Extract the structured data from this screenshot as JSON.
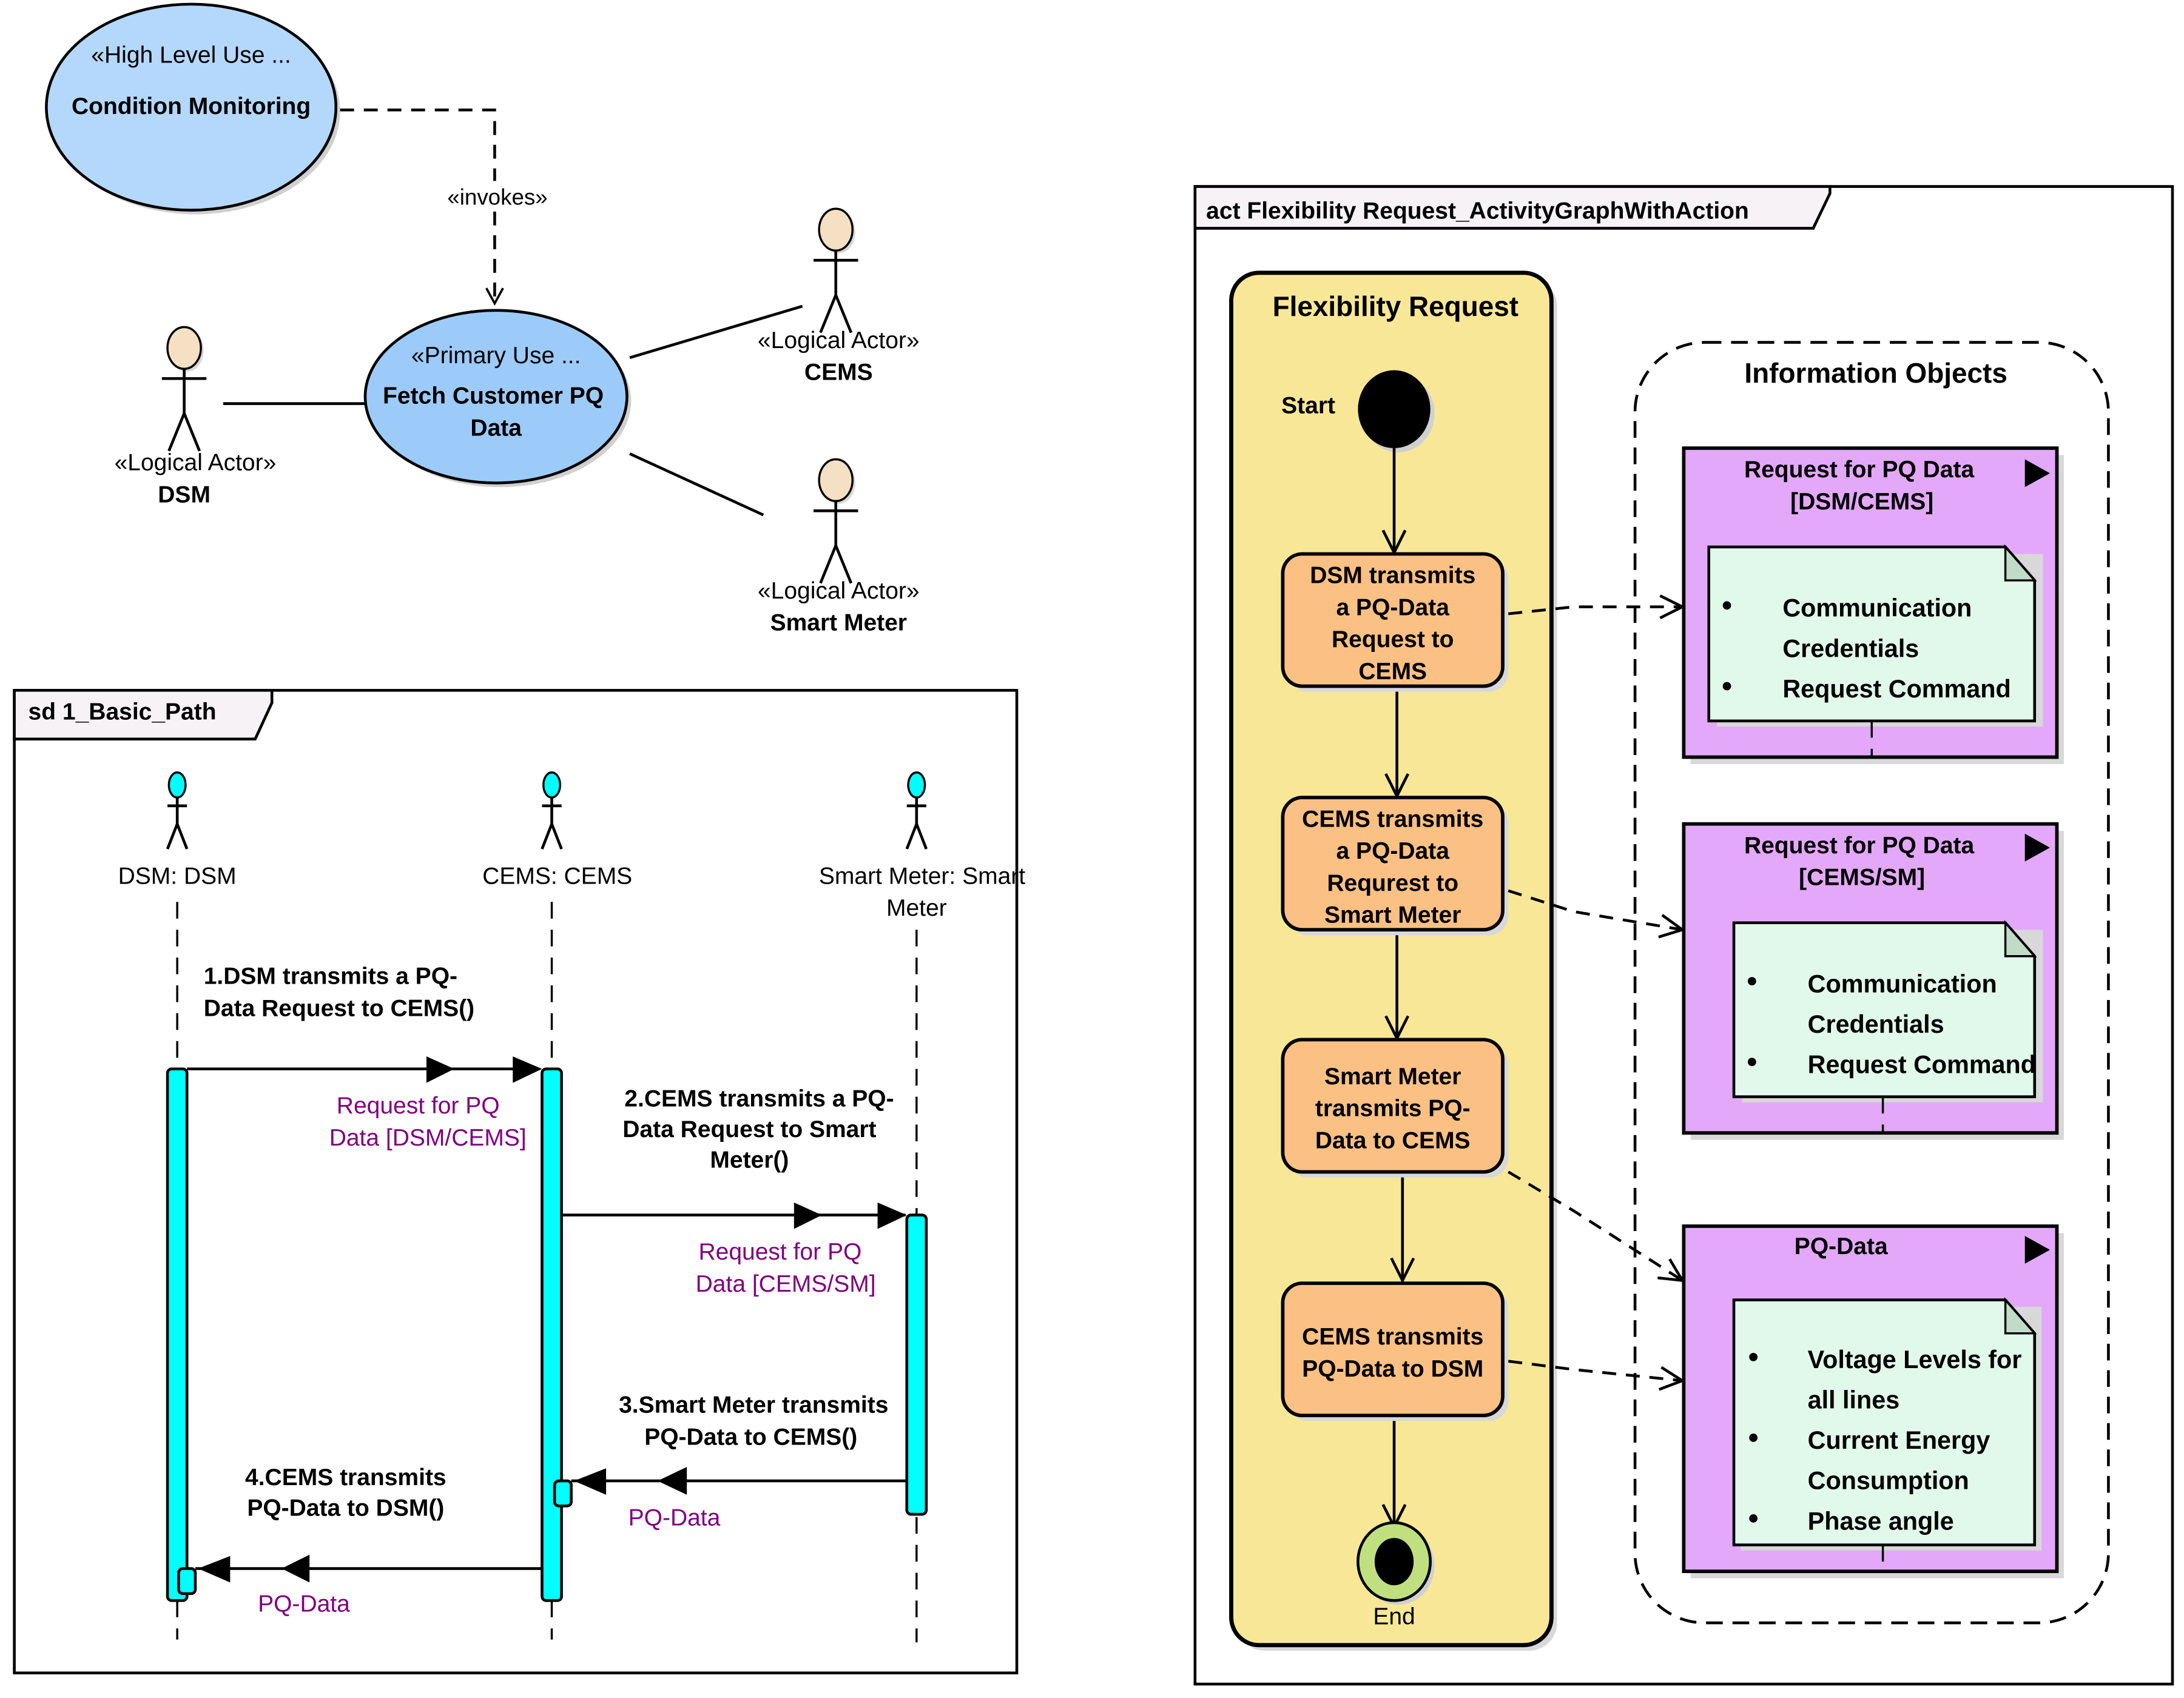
{
  "use_case": {
    "high_level": {
      "stereotype": "«High Level Use ...",
      "name": "Condition Monitoring"
    },
    "invokes_label": "«invokes»",
    "primary": {
      "stereotype": "«Primary Use ...",
      "name_line1": "Fetch Customer PQ",
      "name_line2": "Data"
    },
    "actors": [
      {
        "stereotype": "«Logical Actor»",
        "name": "DSM"
      },
      {
        "stereotype": "«Logical Actor»",
        "name": "CEMS"
      },
      {
        "stereotype": "«Logical Actor»",
        "name": "Smart Meter"
      }
    ],
    "colors": {
      "usecase_fill": "#b4d8fc",
      "primary_fill": "#9ccbfa",
      "actor_head": "#f6e0c4"
    }
  },
  "sequence": {
    "frame_title": "sd 1_Basic_Path",
    "lifelines": [
      {
        "label": "DSM: DSM"
      },
      {
        "label": "CEMS: CEMS"
      },
      {
        "label_line1": "Smart Meter: Smart",
        "label_line2": "Meter"
      }
    ],
    "messages": [
      {
        "line1": "1.DSM transmits a PQ-",
        "line2": "Data Request to CEMS()",
        "object_line1": "Request for PQ",
        "object_line2": "Data [DSM/CEMS]"
      },
      {
        "line1": "2.CEMS transmits a PQ-",
        "line2": "Data Request to Smart",
        "line3": "Meter()",
        "object_line1": "Request for PQ",
        "object_line2": "Data [CEMS/SM]"
      },
      {
        "line1": "3.Smart Meter transmits",
        "line2": "PQ-Data to CEMS()",
        "object": "PQ-Data"
      },
      {
        "line1": "4.CEMS transmits",
        "line2": "PQ-Data to DSM()",
        "object": "PQ-Data"
      }
    ],
    "colors": {
      "activation": "#00ffff",
      "object_text": "#800080"
    }
  },
  "activity": {
    "frame_title": "act Flexibility Request_ActivityGraphWithAction",
    "partition_title": "Flexibility Request",
    "start_label": "Start",
    "end_label": "End",
    "actions": [
      {
        "lines": [
          "DSM transmits",
          "a PQ-Data",
          "Request to",
          "CEMS"
        ]
      },
      {
        "lines": [
          "CEMS transmits",
          "a PQ-Data",
          "Requrest to",
          "Smart Meter"
        ]
      },
      {
        "lines": [
          "Smart Meter",
          "transmits PQ-",
          "Data to CEMS"
        ]
      },
      {
        "lines": [
          "CEMS transmits",
          "PQ-Data to DSM"
        ]
      }
    ],
    "info_group_title": "Information Objects",
    "objects": [
      {
        "title_line1": "Request for PQ Data",
        "title_line2": "[DSM/CEMS]",
        "bullets": [
          [
            "Communication",
            "Credentials"
          ],
          [
            "Request Command"
          ]
        ]
      },
      {
        "title_line1": "Request for PQ Data",
        "title_line2": "[CEMS/SM]",
        "bullets": [
          [
            "Communication",
            "Credentials"
          ],
          [
            "Request Command"
          ]
        ]
      },
      {
        "title_line1": "PQ-Data",
        "bullets": [
          [
            "Voltage Levels for",
            "all lines"
          ],
          [
            "Current Energy",
            "Consumption"
          ],
          [
            "Phase angle"
          ]
        ]
      }
    ],
    "colors": {
      "partition": "#f8e796",
      "action": "#fbc083",
      "object": "#e3a8fa",
      "note": "#e1f9ea",
      "end_fill": "#c0e080"
    }
  }
}
